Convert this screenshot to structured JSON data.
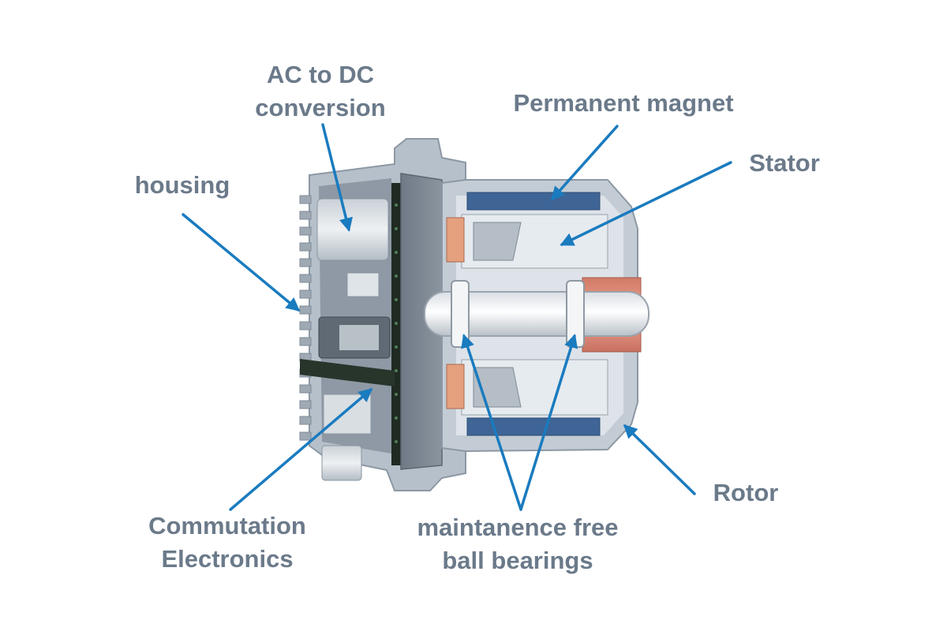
{
  "labels": {
    "ac_dc": [
      "AC to DC",
      "conversion"
    ],
    "permanent_magnet": "Permanent magnet",
    "stator": "Stator",
    "housing": "housing",
    "rotor": "Rotor",
    "commutation": [
      "Commutation",
      "Electronics"
    ],
    "bearings": [
      "maintanence free",
      "ball bearings"
    ]
  },
  "colors": {
    "label_text": "#6b7a8a",
    "arrow": "#1a7bbf",
    "housing_shell": "#aeb8c3",
    "magnet": "#3f6596",
    "rotor_copper": "#e08c78",
    "shaft": "#eef1f4",
    "pcb": "#1f2a22"
  }
}
